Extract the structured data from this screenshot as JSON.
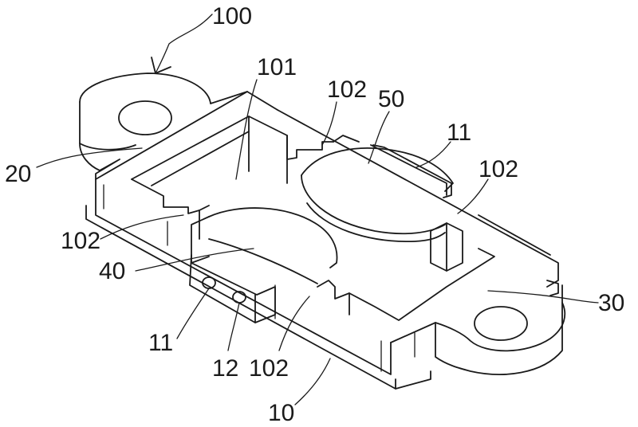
{
  "labels": {
    "assembly": "100",
    "cavity": "101",
    "slot_top": "102",
    "slot_right": "102",
    "slot_left": "102",
    "slot_bottom": "102",
    "part_50": "50",
    "part_40": "40",
    "tab_top": "11",
    "tab_bottom": "11",
    "hole": "12",
    "end_left": "20",
    "end_right": "30",
    "base": "10"
  }
}
